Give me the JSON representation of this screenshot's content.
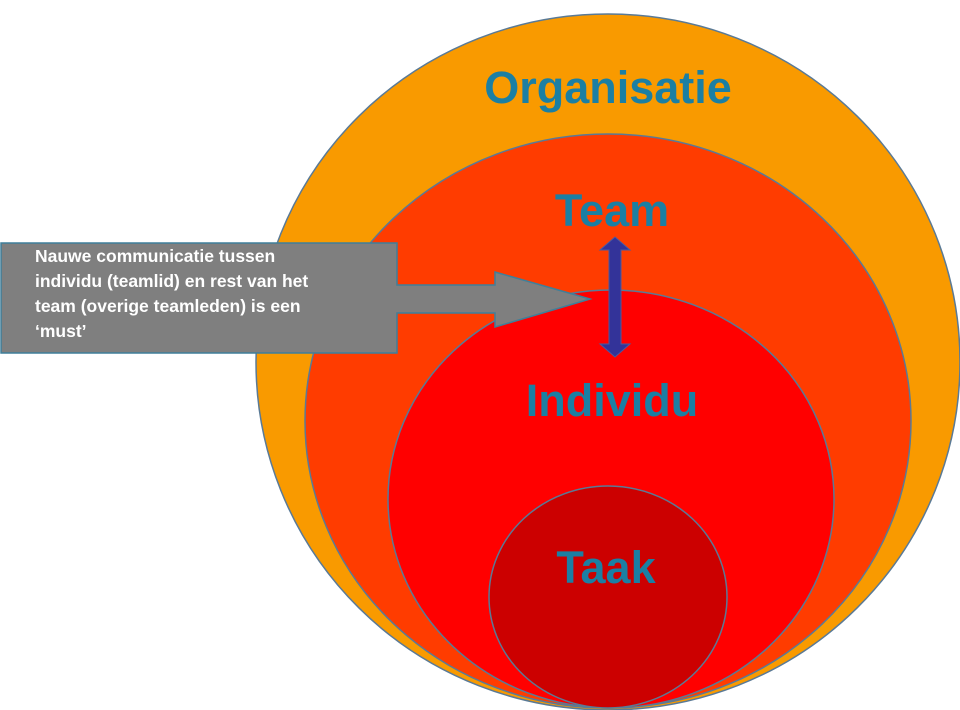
{
  "levels": {
    "organisatie": "Organisatie",
    "team": "Team",
    "individu": "Individu",
    "taak": "Taak"
  },
  "callout": {
    "lines": [
      "Nauwe communicatie tussen",
      "individu (teamlid) en rest van het",
      "team (overige teamleden) is een",
      "‘must’"
    ]
  },
  "colors": {
    "organisatie": "#f99a00",
    "team": "#ff3c00",
    "individu": "#ff0000",
    "taak": "#cc0000",
    "label": "#1b7fa3",
    "callout": "#7f7f7f",
    "double_arrow": "#333399"
  }
}
